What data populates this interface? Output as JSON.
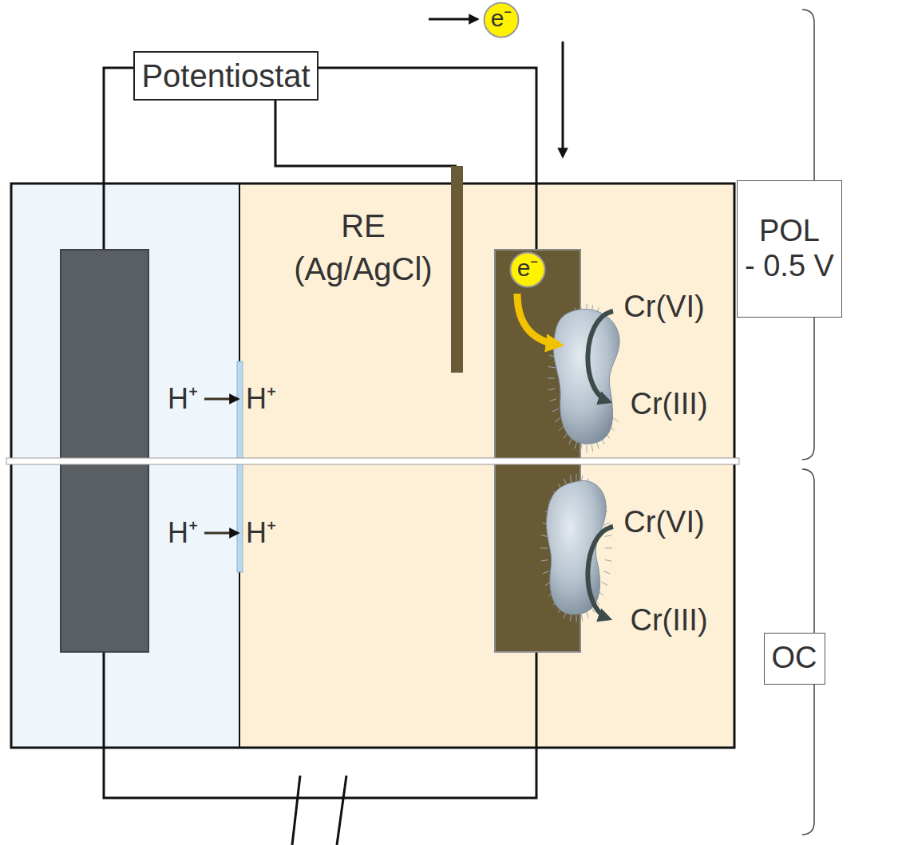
{
  "diagram": {
    "nodes": [
      {
        "text": [
          "Potentiostat"
        ]
      },
      {
        "text": [
          "e⁻"
        ]
      },
      {
        "text": [
          "e⁻"
        ]
      },
      {
        "text": [
          "POL",
          "- 0.5 V"
        ]
      },
      {
        "text": [
          "OC"
        ]
      }
    ],
    "labels": [
      "RE (Ag/AgCl)",
      "H⁺",
      "H⁺",
      "Cr(VI)",
      "Cr(III)",
      "H⁺",
      "H⁺",
      "Cr(VI)",
      "Cr(III)"
    ]
  }
}
